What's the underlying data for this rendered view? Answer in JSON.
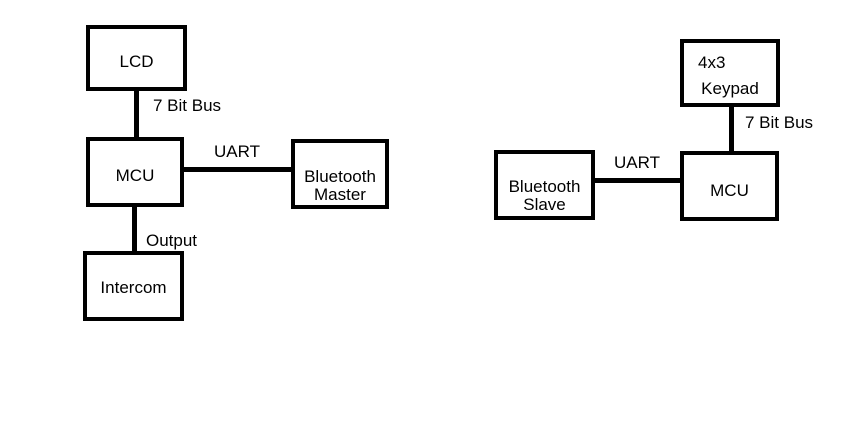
{
  "left_system": {
    "lcd": "LCD",
    "mcu": "MCU",
    "bluetooth_master": [
      "Bluetooth",
      "Master"
    ],
    "intercom": "Intercom",
    "bus_label": "7 Bit Bus",
    "uart_label": "UART",
    "output_label": "Output"
  },
  "right_system": {
    "keypad": [
      "4x3",
      "Keypad"
    ],
    "mcu": "MCU",
    "bluetooth_slave": [
      "Bluetooth",
      "Slave"
    ],
    "bus_label": "7 Bit Bus",
    "uart_label": "UART"
  }
}
